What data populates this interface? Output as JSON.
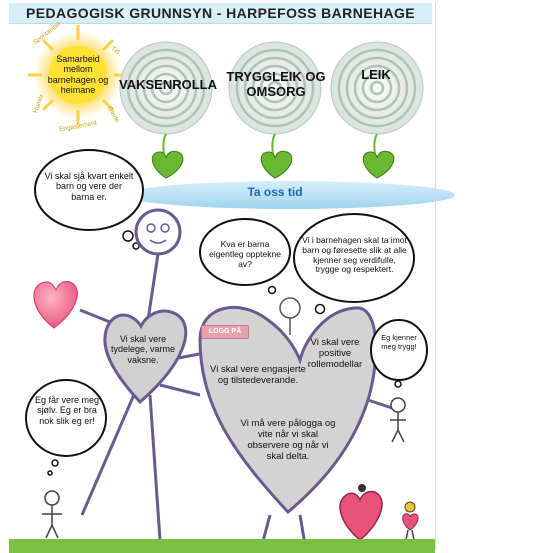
{
  "header": {
    "title": "PEDAGOGISK GRUNNSYN  - HARPEFOSS BARNEHAGE"
  },
  "sun": {
    "center_text": "Samarbeid mellom barnehagen og heimane",
    "rays": [
      "Spontanitet",
      "Tid",
      "Humor",
      "Engasjement",
      "Glede"
    ]
  },
  "flowers": [
    {
      "label": "VAKSENROLLA"
    },
    {
      "label": "TRYGGLEIK OG OMSORG"
    },
    {
      "label": "LEIK"
    }
  ],
  "ground_banner": "Ta oss tid",
  "bubbles": {
    "top_left": "Vi skal sjå kvart enkelt barn og vere der barna er.",
    "center": "Kva er barna eigentleg opptekne av?",
    "right": "Vi i barnehagen skal ta imot barn og føresette slik at alle kjenner seg verdifulle, trygge og respektert.",
    "bottom_left": "Eg får vere meg sjølv. Eg er bra nok slik eg er!",
    "small_right": "Eg kjenner meg trygg!"
  },
  "small_heart": "Vi skal vere tydelege, varme vaksne.",
  "big_heart": {
    "left_text": "Vi skal vere engasjerte og tilstedeverande.",
    "right_text": "Vi skal vere positive rollemodellar",
    "bottom_text": "Vi må vere pålogga og vite når vi skal observere og når vi skal delta."
  },
  "login_button": "LOGG PÅ",
  "colors": {
    "accent_green": "#6ab82f",
    "heart_pink": "#e8527a",
    "sky_blue": "#b3def4"
  }
}
